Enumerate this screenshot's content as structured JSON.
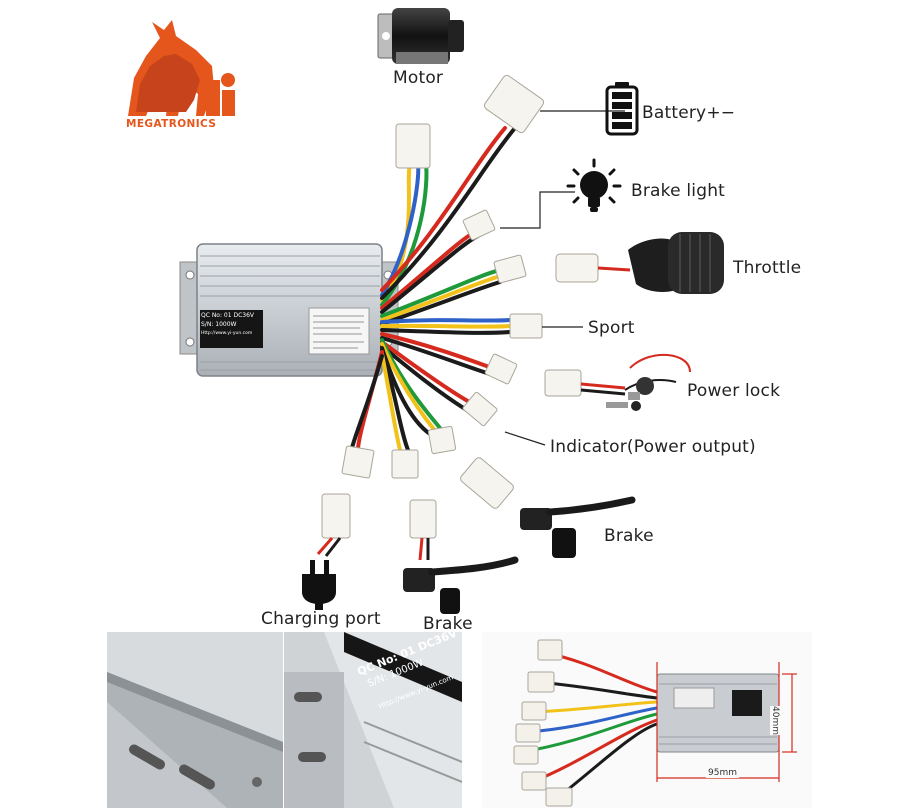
{
  "brand": {
    "logo_text": "MEGATRONICS",
    "logo_mark": "Mi"
  },
  "labels": {
    "motor": "Motor",
    "battery": "Battery+−",
    "brake_light": "Brake light",
    "throttle": "Throttle",
    "sport": "Sport",
    "power_lock": "Power lock",
    "indicator": "Indicator(Power output)",
    "brake_right": "Brake",
    "charging_port": "Charging port",
    "brake_bottom": "Brake"
  },
  "controller": {
    "qc_label": "QC No:",
    "qc_value": "01",
    "voltage": "DC36V",
    "sn_label": "S/N:",
    "sn_value": "1000W",
    "url": "Http://www.yi-yun.com"
  },
  "dimensions": {
    "width": "95mm",
    "height": "40mm"
  },
  "colors": {
    "red": "#d62a1f",
    "yellow": "#f2c21b",
    "blue": "#2f62c9",
    "green": "#1e9a3a",
    "black": "#1b1b1b",
    "white": "#f4f4f4",
    "logo_orange": "#e4561b"
  }
}
